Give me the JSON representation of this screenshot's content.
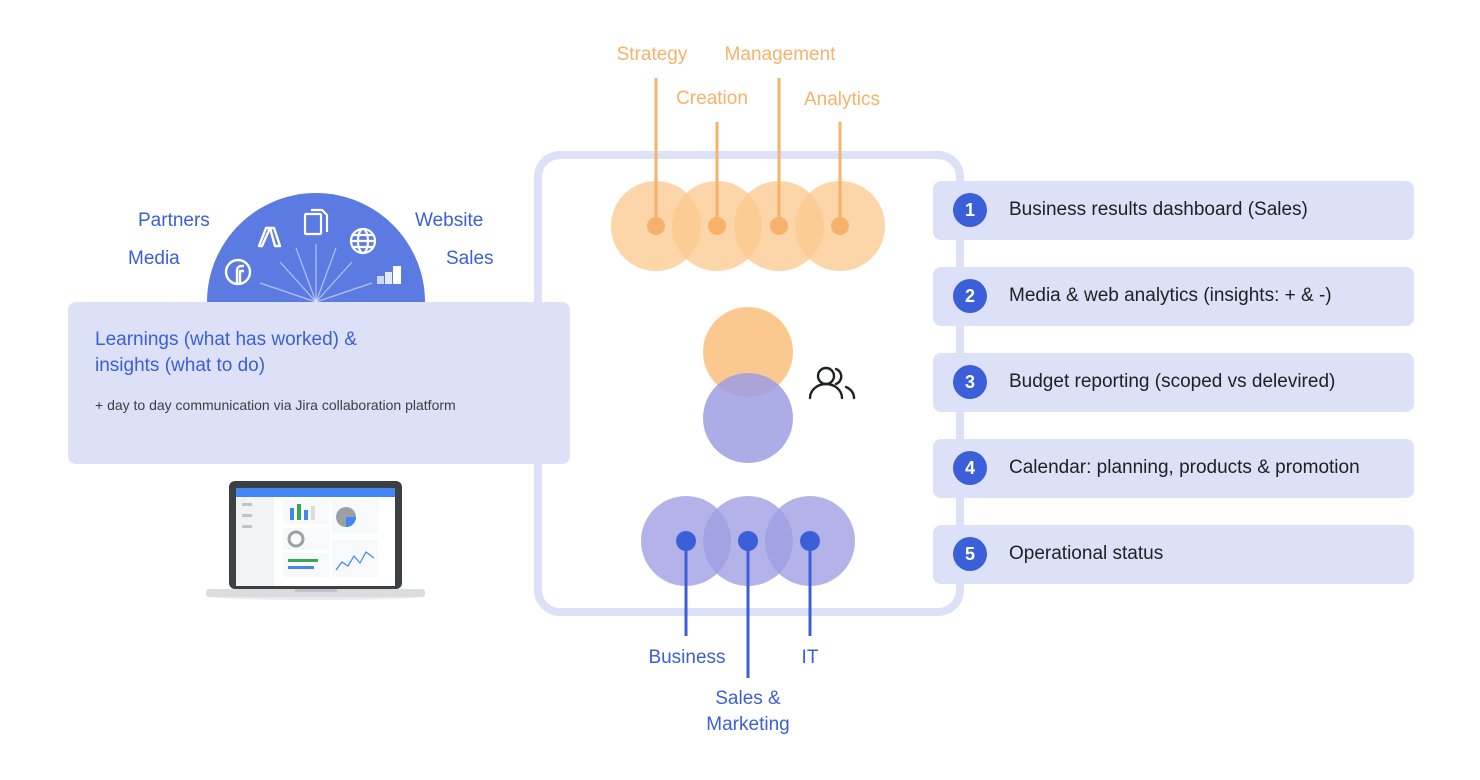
{
  "top_roles": [
    "Strategy",
    "Management",
    "Creation",
    "Analytics"
  ],
  "bottom_roles": {
    "business": "Business",
    "it": "IT",
    "sales_marketing_line1": "Sales &",
    "sales_marketing_line2": "Marketing"
  },
  "sources": {
    "partners": "Partners",
    "media": "Media",
    "website": "Website",
    "sales": "Sales"
  },
  "insights": {
    "title": "Learnings (what has worked) & insights (what to do)",
    "subtitle": "+ day to day communication via Jira collaboration platform"
  },
  "list": [
    {
      "num": "1",
      "text": "Business results dashboard (Sales)"
    },
    {
      "num": "2",
      "text": "Media & web analytics (insights: + & -)"
    },
    {
      "num": "3",
      "text": "Budget reporting (scoped vs delevired)"
    },
    {
      "num": "4",
      "text": "Calendar: planning, products & promotion"
    },
    {
      "num": "5",
      "text": "Operational status"
    }
  ],
  "colors": {
    "orange": "#f6b26b",
    "orange_fill": "#fbc98f",
    "blue": "#3a5fd9",
    "purple": "#9d9de3",
    "box_fill": "#dde1f7"
  },
  "icons": [
    "facebook-icon",
    "ads-icon",
    "documents-icon",
    "globe-icon",
    "bar-chart-icon",
    "people-icon",
    "laptop-dashboard-icon"
  ]
}
